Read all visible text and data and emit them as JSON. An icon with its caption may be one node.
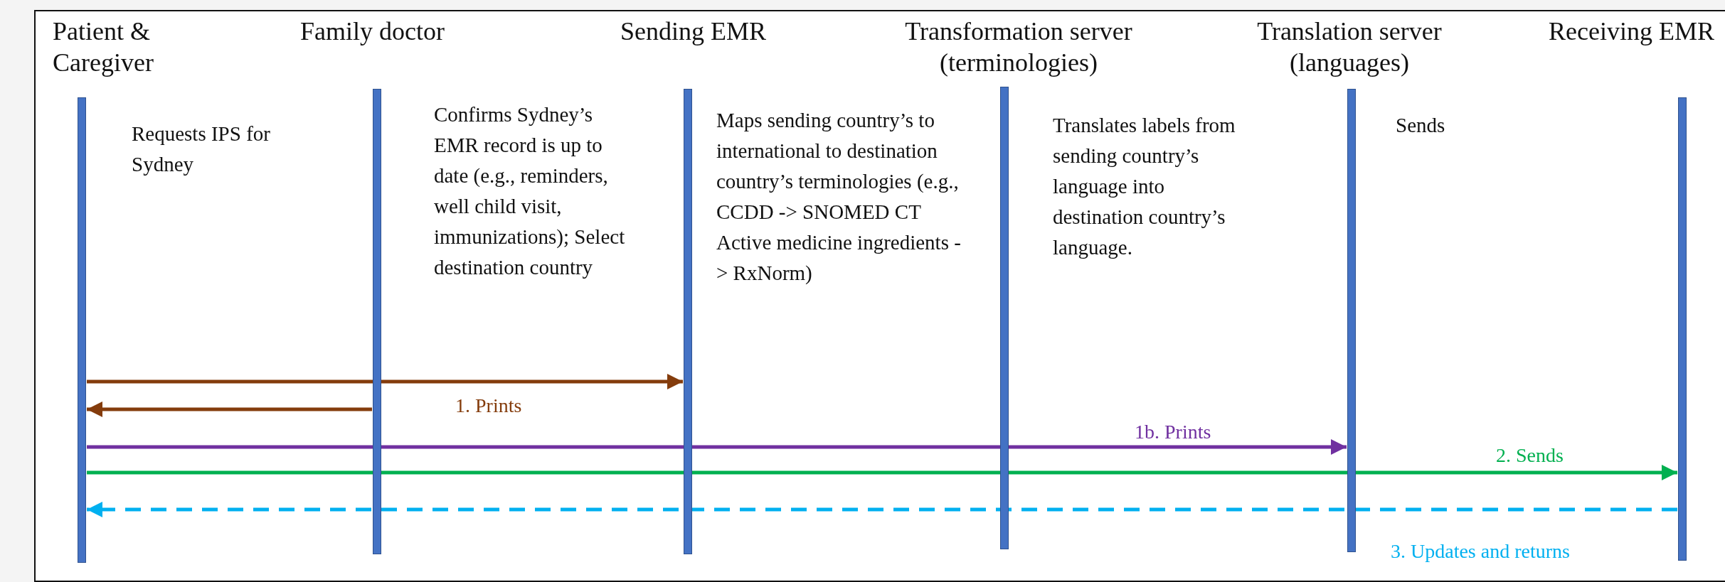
{
  "diagram": {
    "nodes": [
      {
        "text": [
          "Patient & Caregiver"
        ]
      },
      {
        "text": [
          "Family doctor"
        ]
      },
      {
        "text": [
          "Sending EMR"
        ]
      },
      {
        "text": [
          "Transformation server (terminologies)"
        ]
      },
      {
        "text": [
          "Translation server (languages)"
        ]
      },
      {
        "text": [
          "Receiving EMR"
        ]
      }
    ],
    "edges": [
      {
        "from": 0,
        "to": 2,
        "arrow": "to",
        "color": "#843c0c",
        "label": "1. Prints"
      },
      {
        "from": 1,
        "to": 0,
        "arrow": "to",
        "color": "#843c0c"
      },
      {
        "from": 0,
        "to": 4,
        "arrow": "to",
        "color": "#7030a0",
        "label": "1b. Prints"
      },
      {
        "from": 0,
        "to": 5,
        "arrow": "to",
        "color": "#00b050",
        "label": "2. Sends"
      },
      {
        "from": 5,
        "to": 0,
        "arrow": "to",
        "style": "dashed",
        "color": "#00b0f0",
        "label": "3. Updates and returns"
      }
    ],
    "labels": [
      "Requests IPS for Sydney",
      "Confirms Sydney’s EMR record is up to date (e.g., reminders, well child visit, immunizations); Select destination country",
      "Maps sending country’s to international to destination country’s terminologies (e.g., CCDD -> SNOMED CT Active medicine ingredients -> RxNorm)",
      "Translates labels from sending country’s language into destination country’s language.",
      "Sends"
    ]
  }
}
